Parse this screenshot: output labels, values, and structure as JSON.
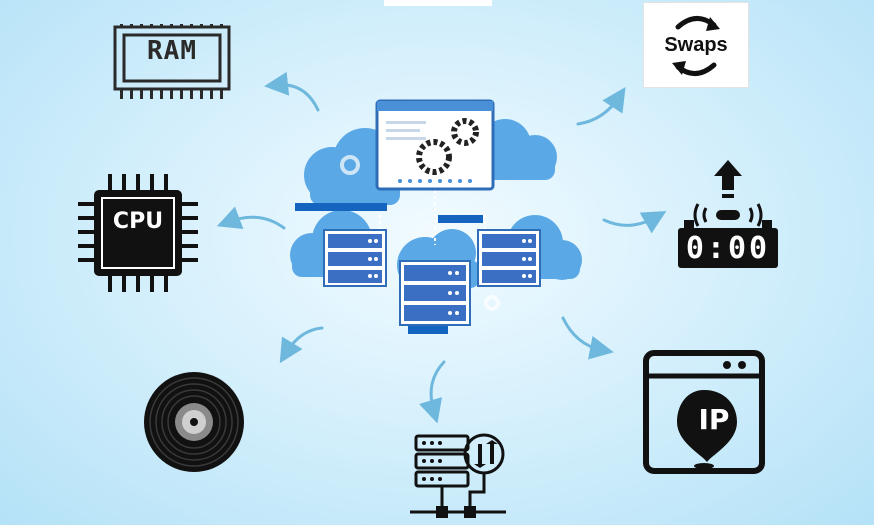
{
  "nodes": {
    "ram": {
      "label": "RAM"
    },
    "swaps": {
      "label": "Swaps"
    },
    "cpu": {
      "label": "CPU"
    },
    "timer": {
      "label": "0:00"
    },
    "ip": {
      "label": "IP"
    }
  },
  "colors": {
    "background": "#cdeefb",
    "cloud": "#5aa9e6",
    "server": "#3b6fc4",
    "accent_bar": "#1565c0",
    "arrow": "#6fb8dd",
    "icon": "#111111"
  },
  "icons": [
    "ram-chip-icon",
    "swap-arrows-icon",
    "cpu-chip-icon",
    "timer-icon",
    "ip-location-icon",
    "disk-icon",
    "network-server-icon",
    "cloud-server-icon"
  ]
}
